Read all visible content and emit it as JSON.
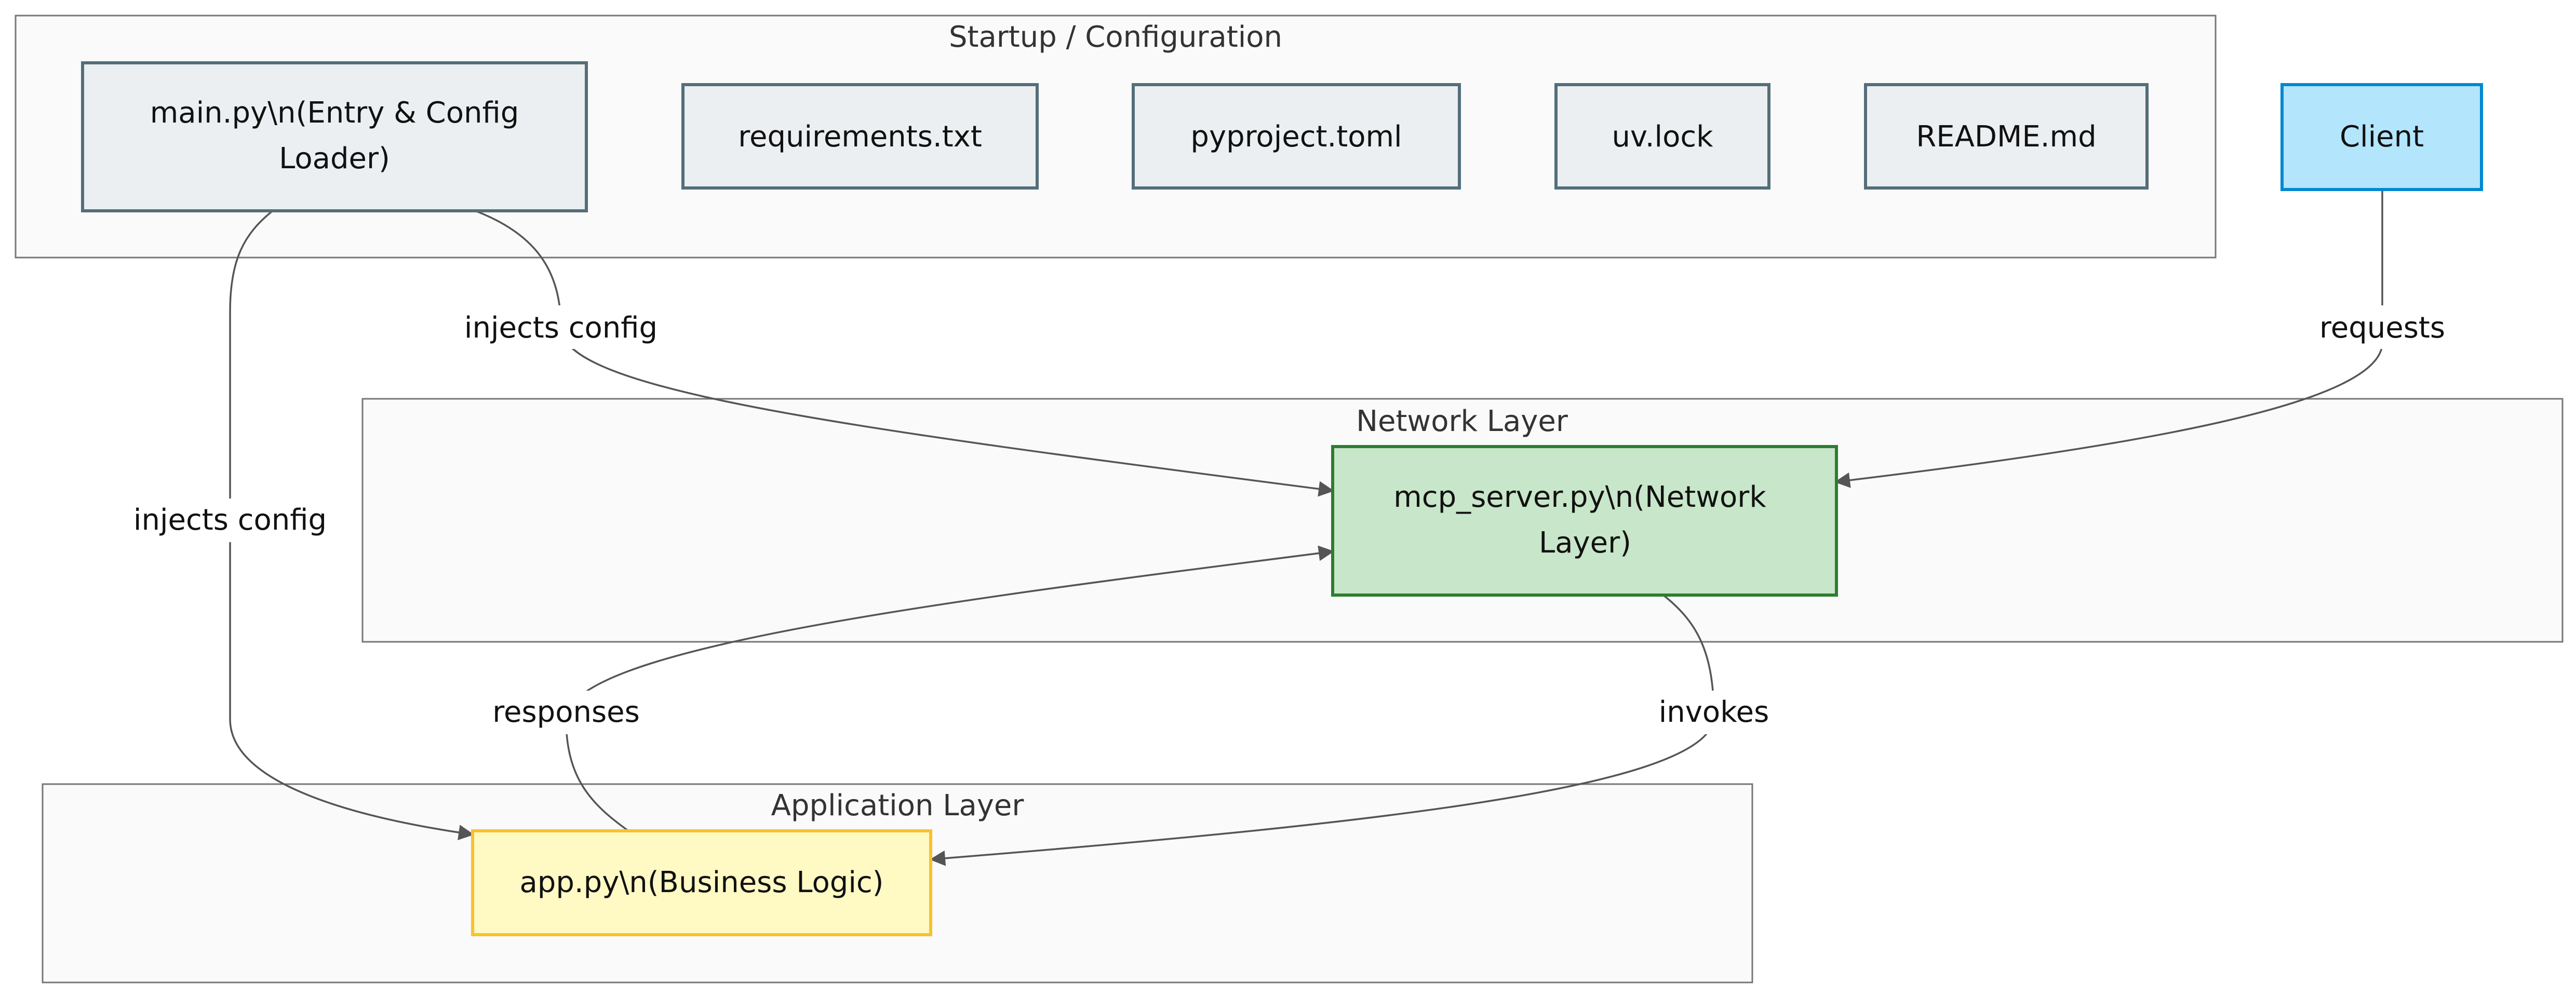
{
  "clusters": {
    "startup": {
      "title": "Startup / Configuration"
    },
    "network": {
      "title": "Network Layer"
    },
    "application": {
      "title": "Application Layer"
    }
  },
  "nodes": {
    "main_py": {
      "line1": "main.py\\n(Entry & Config",
      "line2": "Loader)"
    },
    "requirements": {
      "label": "requirements.txt"
    },
    "pyproject": {
      "label": "pyproject.toml"
    },
    "uvlock": {
      "label": "uv.lock"
    },
    "readme": {
      "label": "README.md"
    },
    "client": {
      "label": "Client"
    },
    "mcp_server": {
      "line1": "mcp_server.py\\n(Network",
      "line2": "Layer)"
    },
    "app_py": {
      "label": "app.py\\n(Business Logic)"
    }
  },
  "edges": {
    "main_to_mcp": {
      "label": "injects config"
    },
    "main_to_app": {
      "label": "injects config"
    },
    "client_to_mcp": {
      "label": "requests"
    },
    "app_to_mcp": {
      "label": "responses"
    },
    "mcp_to_app": {
      "label": "invokes"
    }
  },
  "colors": {
    "file_fill": "#eceff1",
    "file_stroke": "#546e7a",
    "client_fill": "#b3e5fc",
    "client_stroke": "#0288d1",
    "network_fill": "#c8e6c9",
    "network_stroke": "#2e7d32",
    "app_fill": "#fff9c4",
    "app_stroke": "#fbc02d",
    "edge": "#555555"
  }
}
